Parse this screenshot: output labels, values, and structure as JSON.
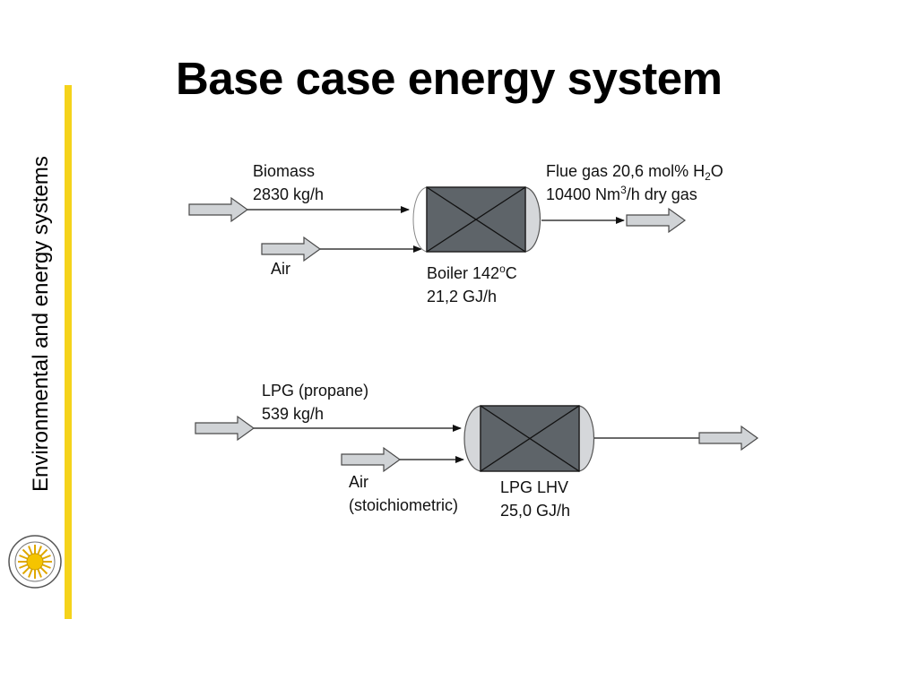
{
  "slide": {
    "title": "Base case energy system",
    "side_label": "Environmental and energy systems",
    "logo_icon": "university-sun-seal",
    "accent_color": "#f5d31b"
  },
  "boiler_system": {
    "biomass_label": "Biomass",
    "biomass_flow": "2830 kg/h",
    "air_label": "Air",
    "flue_gas_label": "Flue gas 20,6 mol% H",
    "flue_gas_sub": "2",
    "flue_gas_after": "O",
    "flue_flow": "10400 Nm",
    "flue_flow_sup": "3",
    "flue_flow_after": "/h dry gas",
    "boiler_label": "Boiler 142",
    "boiler_sup": "o",
    "boiler_after": "C",
    "boiler_energy": "21,2 GJ/h"
  },
  "lpg_system": {
    "lpg_label": "LPG (propane)",
    "lpg_flow": "539 kg/h",
    "air_label": "Air",
    "air_note": "(stoichiometric)",
    "lhv_label": "LPG LHV",
    "lhv_energy": "25,0 GJ/h"
  }
}
